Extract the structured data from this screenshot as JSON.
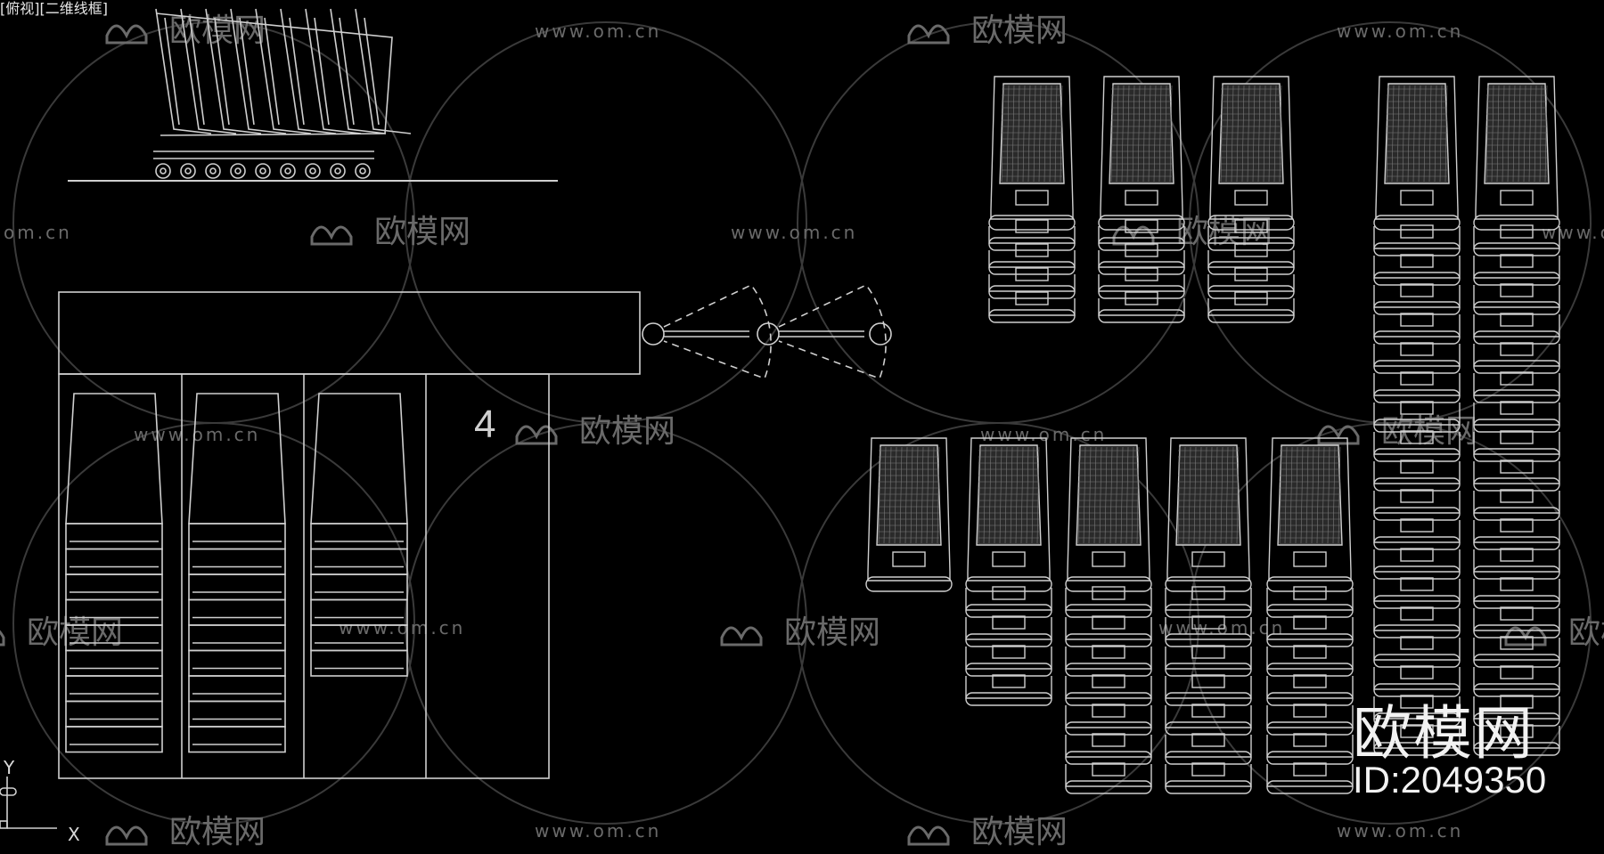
{
  "viewport": {
    "label": "[俯视][二维线框]"
  },
  "drawing": {
    "block_number": "4"
  },
  "watermark": {
    "url": "www.om.cn",
    "brand": "欧模网",
    "url_short": "om.cn"
  },
  "stamp": {
    "brand": "欧模网",
    "id": "ID:2049350"
  },
  "ucs": {
    "y_label": "Y",
    "x_label": "X"
  }
}
